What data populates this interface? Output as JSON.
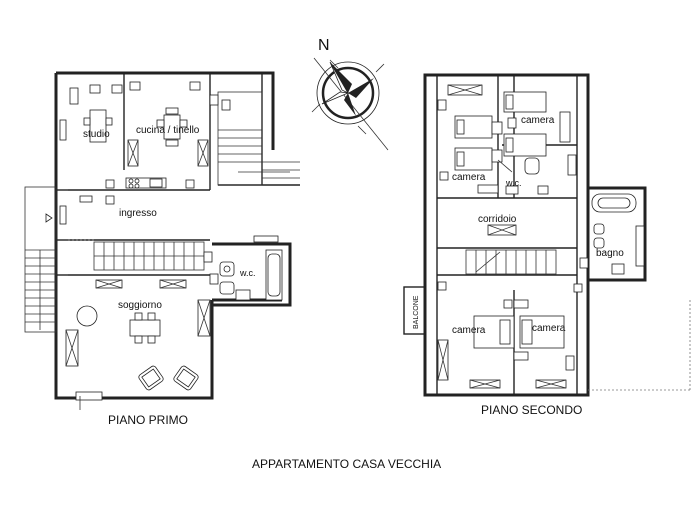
{
  "title": "APPARTAMENTO CASA VECCHIA",
  "compass": {
    "north_label": "N"
  },
  "floors": [
    {
      "name": "PIANO PRIMO",
      "rooms": {
        "studio": "studio",
        "cucina": "cucina / tinello",
        "ingresso": "ingresso",
        "wc": "w.c.",
        "soggiorno": "soggiorno"
      }
    },
    {
      "name": "PIANO SECONDO",
      "rooms": {
        "camera_top": "camera",
        "camera_left": "camera",
        "wc": "w.c.",
        "corridoio": "corridoio",
        "bagno": "bagno",
        "balcone": "BALCONE",
        "camera_bottom_left": "camera",
        "camera_bottom_right": "camera"
      }
    }
  ]
}
